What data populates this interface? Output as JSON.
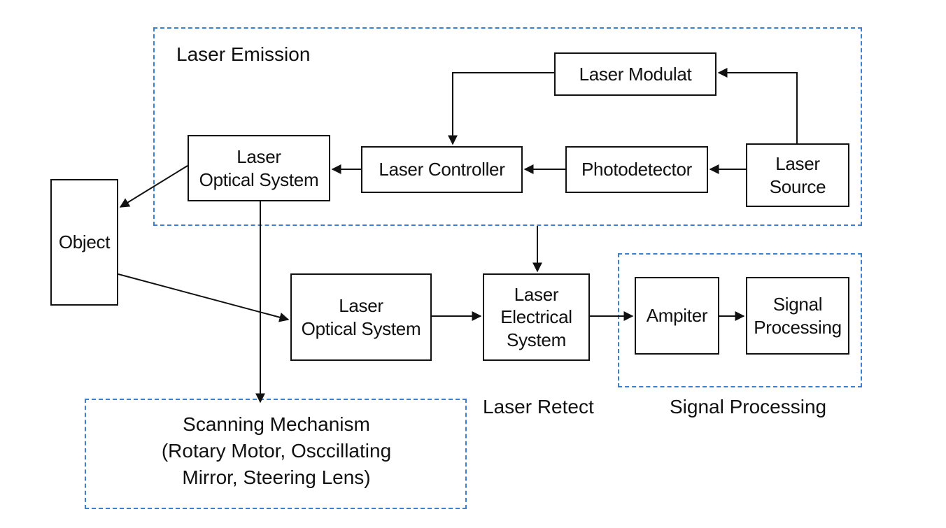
{
  "groups": {
    "emission": {
      "title": "Laser Emission"
    },
    "retect": {
      "title": "Laser Retect"
    },
    "signal": {
      "title": "Signal Processing"
    },
    "scanning": {
      "title": "Scanning Mechanism",
      "subtitle_line1": "(Rotary Motor, Osccillating",
      "subtitle_line2": "Mirror, Steering Lens)"
    }
  },
  "blocks": {
    "laser_modulat": "Laser Modulat",
    "laser_optical_system_top": {
      "line1": "Laser",
      "line2": "Optical System"
    },
    "laser_controller": "Laser Controller",
    "photodetector": "Photodetector",
    "laser_source": {
      "line1": "Laser",
      "line2": "Source"
    },
    "object": "Object",
    "laser_optical_system_bottom": {
      "line1": "Laser",
      "line2": "Optical System"
    },
    "laser_electrical_system": {
      "line1": "Laser",
      "line2": "Electrical",
      "line3": "System"
    },
    "amplifier": "Ampiter",
    "signal_processing": {
      "line1": "Signal",
      "line2": "Processing"
    }
  },
  "colors": {
    "dashed_border": "#3a7fd0",
    "line": "#111111"
  }
}
